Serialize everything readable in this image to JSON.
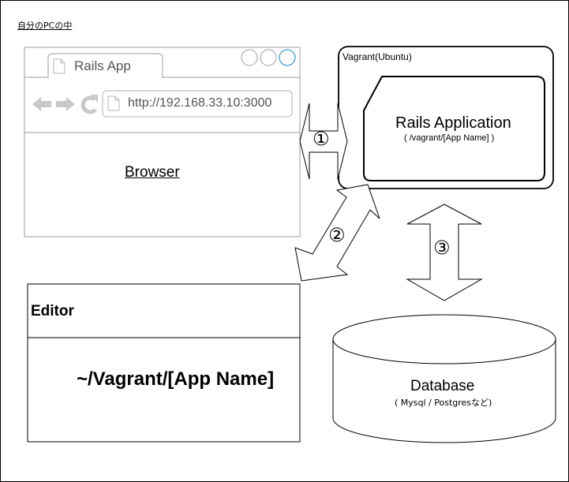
{
  "page_title": "自分のPCの中",
  "browser": {
    "tab_title": "Rails App",
    "address": "http://192.168.33.10:3000",
    "label": "Browser"
  },
  "vagrant": {
    "title": "Vagrant(Ubuntu)",
    "app_title": "Rails Application",
    "app_path": "( /vagrant/[App Name] )"
  },
  "editor": {
    "title": "Editor",
    "path": "~/Vagrant/[App Name]"
  },
  "database": {
    "title": "Database",
    "subtitle": "( Mysql / Postgresなど)"
  },
  "arrows": {
    "one": "①",
    "two": "②",
    "three": "③"
  },
  "colors": {
    "window_border": "#9e9e9e",
    "icon_gray": "#c8c8c8",
    "accent_circle": "#3a9ad9"
  }
}
